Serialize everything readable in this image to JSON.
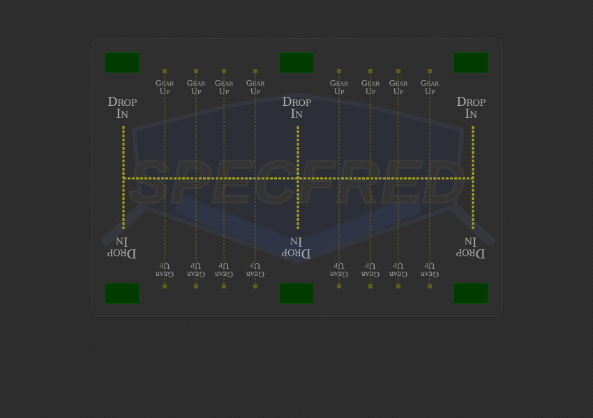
{
  "board": {
    "logo_text": "SPECFRED",
    "colors": {
      "background": "#2c2c2c",
      "board": "#2f2f2f",
      "slot": "#003b00",
      "track": "#a6a31a",
      "label": "#b3b3b3"
    }
  },
  "labels": {
    "drop_in": "Drop\nIn",
    "gear_up": "Gear\nUp"
  }
}
